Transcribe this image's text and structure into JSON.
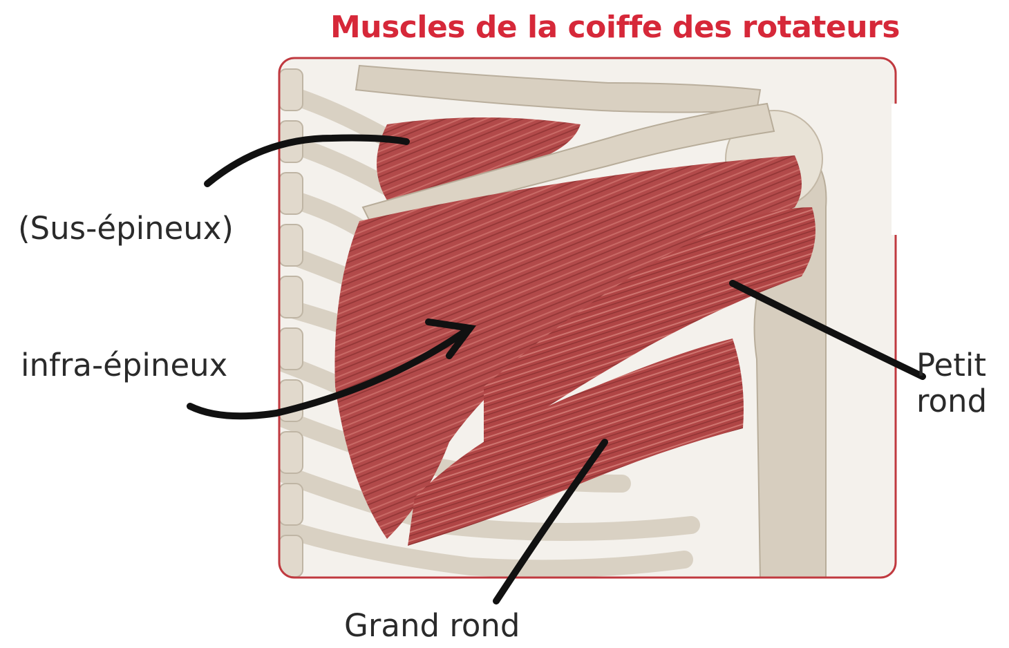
{
  "title": "Muscles de la coiffe des rotateurs",
  "colors": {
    "title": "#d62839",
    "frame": "#c0393f",
    "muscle": "#b04848",
    "bone": "#d8d0c2",
    "pointer": "#111111"
  },
  "labels": {
    "supraspinatus": "(Sus-épineux)",
    "infraspinatus": "infra-épineux",
    "teres_minor_line1": "Petit",
    "teres_minor_line2": "rond",
    "teres_major": "Grand rond"
  }
}
